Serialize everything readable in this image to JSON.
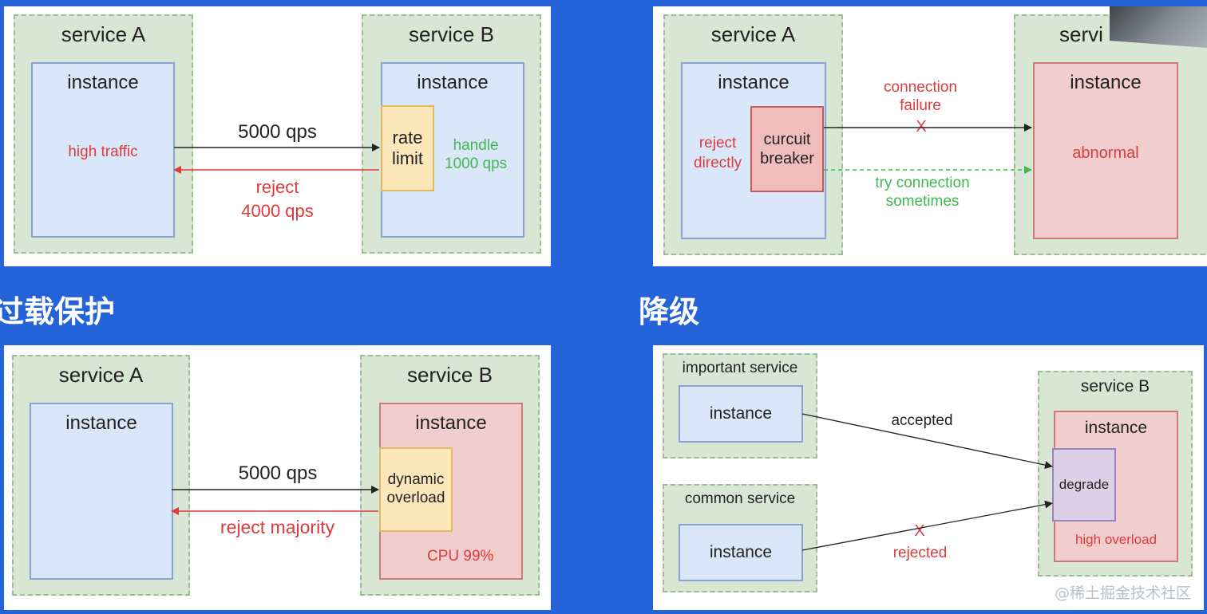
{
  "panel_rate_limit": {
    "service_a": {
      "title": "service A",
      "instance": "instance",
      "note": "high traffic"
    },
    "service_b": {
      "title": "service B",
      "instance": "instance",
      "rate_limit": "rate\nlimit",
      "handle": "handle\n1000 qps"
    },
    "request_label": "5000 qps",
    "reject_label": "reject\n4000 qps"
  },
  "panel_circuit_breaker": {
    "service_a": {
      "title": "service A",
      "instance": "instance",
      "reject": "reject\ndirectly",
      "breaker": "curcuit\nbreaker"
    },
    "service_b": {
      "title": "servi",
      "instance": "instance",
      "state": "abnormal"
    },
    "failure_label": "connection\nfailure",
    "failure_mark": "X",
    "retry_label": "try connection\nsometimes"
  },
  "panel_overload": {
    "service_a": {
      "title": "service A",
      "instance": "instance"
    },
    "service_b": {
      "title": "service B",
      "instance": "instance",
      "overload": "dynamic\noverload",
      "cpu": "CPU 99%"
    },
    "request_label": "5000 qps",
    "reject_label": "reject majority"
  },
  "panel_degrade": {
    "important": {
      "title": "important service",
      "instance": "instance"
    },
    "common": {
      "title": "common service",
      "instance": "instance"
    },
    "service_b": {
      "title": "service B",
      "instance": "instance",
      "degrade": "degrade",
      "state": "high overload"
    },
    "accepted_label": "accepted",
    "rejected_mark": "X",
    "rejected_label": "rejected"
  },
  "headings": {
    "overload_protection": "过载保护",
    "degrade": "降级"
  },
  "watermark": "@稀土掘金技术社区",
  "colors": {
    "background": "#2463d8",
    "red_text": "#dc3c3c",
    "green_text": "#41b84f"
  }
}
